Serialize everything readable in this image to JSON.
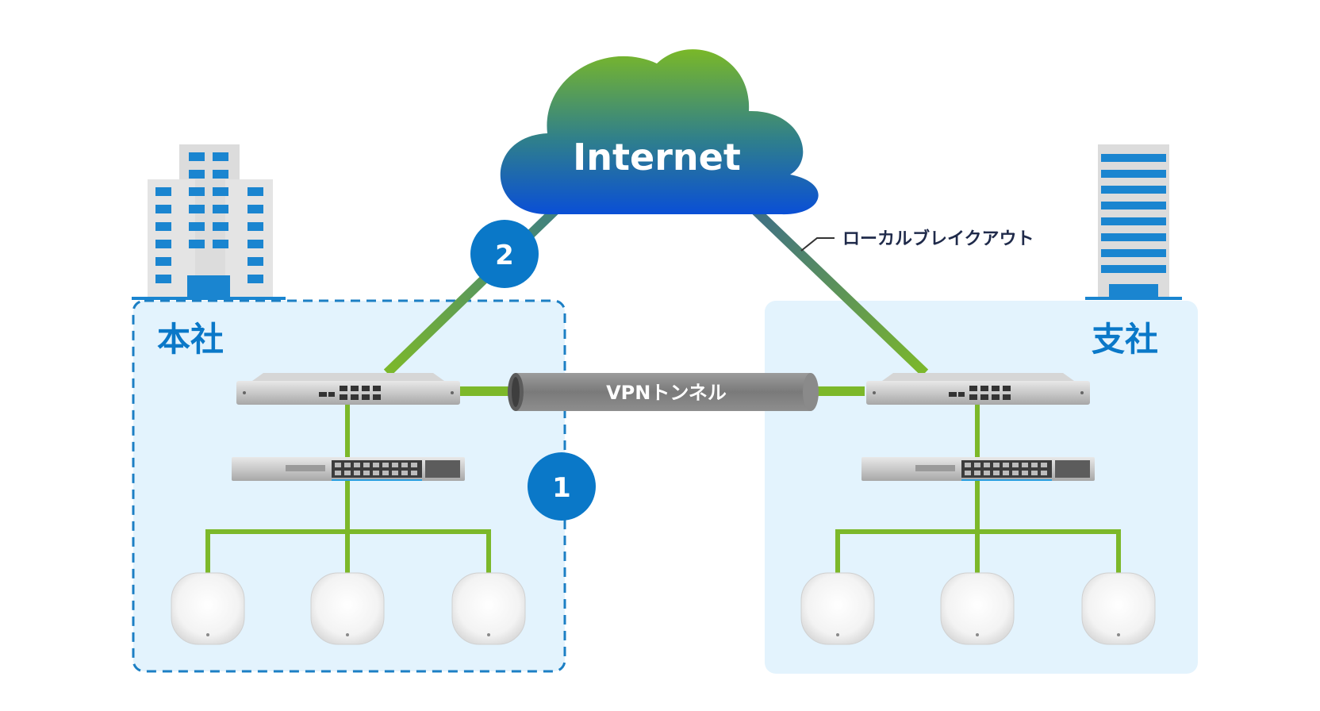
{
  "cloud": {
    "label": "Internet"
  },
  "hq": {
    "label": "本社"
  },
  "branch": {
    "label": "支社"
  },
  "tunnel": {
    "label": "VPNトンネル"
  },
  "callout": {
    "label": "ローカルブレイクアウト"
  },
  "badges": [
    {
      "label": "1"
    },
    {
      "label": "2"
    }
  ],
  "colors": {
    "link": "#7cb82a",
    "badge": "#0a78c8",
    "hq_area": "#e3f3fd",
    "hq_border": "#1c7fc4",
    "text_blue": "#0a78c8",
    "tunnel": "#8a8a8a"
  }
}
